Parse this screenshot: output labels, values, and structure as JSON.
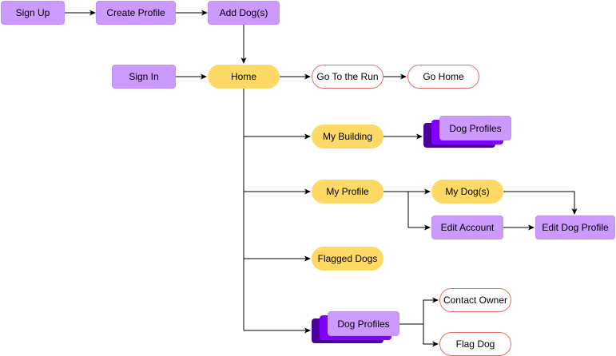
{
  "diagram": {
    "type": "flowchart",
    "nodes": {
      "sign_up": "Sign Up",
      "create_profile": "Create Profile",
      "add_dogs": "Add Dog(s)",
      "sign_in": "Sign In",
      "home": "Home",
      "go_to_run": "Go To the Run",
      "go_home": "Go Home",
      "my_building": "My Building",
      "dog_profiles_building": "Dog Profiles",
      "my_profile": "My Profile",
      "my_dogs": "My Dog(s)",
      "edit_account": "Edit Account",
      "edit_dog_profile": "Edit Dog Profile",
      "flagged_dogs": "Flagged Dogs",
      "dog_profiles_home": "Dog Profiles",
      "contact_owner": "Contact Owner",
      "flag_dog": "Flag Dog"
    },
    "edges": [
      {
        "from": "Sign Up",
        "to": "Create Profile"
      },
      {
        "from": "Create Profile",
        "to": "Add Dog(s)"
      },
      {
        "from": "Add Dog(s)",
        "to": "Home"
      },
      {
        "from": "Sign In",
        "to": "Home"
      },
      {
        "from": "Home",
        "to": "Go To the Run"
      },
      {
        "from": "Go To the Run",
        "to": "Go Home"
      },
      {
        "from": "Home",
        "to": "My Building"
      },
      {
        "from": "My Building",
        "to": "Dog Profiles"
      },
      {
        "from": "Home",
        "to": "My Profile"
      },
      {
        "from": "My Profile",
        "to": "My Dog(s)"
      },
      {
        "from": "My Profile",
        "to": "Edit Account"
      },
      {
        "from": "My Dog(s)",
        "to": "Edit Dog Profile"
      },
      {
        "from": "Edit Account",
        "to": "Edit Dog Profile"
      },
      {
        "from": "Home",
        "to": "Flagged Dogs"
      },
      {
        "from": "Home",
        "to": "Dog Profiles"
      },
      {
        "from": "Dog Profiles",
        "to": "Contact Owner"
      },
      {
        "from": "Dog Profiles",
        "to": "Flag Dog"
      }
    ],
    "colors": {
      "screen_node": "#cc99ff",
      "hub_node": "#ffd966",
      "action_border": "#ea6b66",
      "stack_back": "#4c0099",
      "stack_mid": "#7f00ff",
      "edge": "#000000"
    }
  }
}
